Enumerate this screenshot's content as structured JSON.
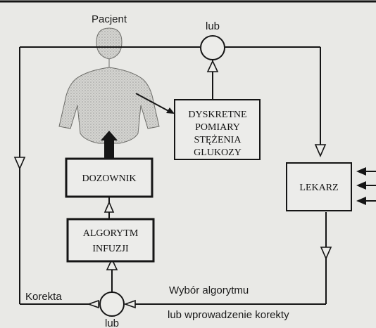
{
  "labels": {
    "patient": "Pacjent",
    "or_top": "lub",
    "or_bottom": "lub",
    "correction": "Korekta",
    "algorithm_choice": "Wybór algorytmu",
    "correction_entry": "lub wprowadzenie korekty"
  },
  "boxes": {
    "measurements": [
      "DYSKRETNE",
      "POMIARY",
      "STĘŻENIA",
      "GLUKOZY"
    ],
    "doser": [
      "DOZOWNIK"
    ],
    "algorithm": [
      "ALGORYTM",
      "INFUZJI"
    ],
    "doctor": [
      "LEKARZ"
    ]
  },
  "colors": {
    "line": "#151515",
    "body_fill": "#cfcfcc",
    "background": "#e9e9e6",
    "box_fill": "#ececea"
  }
}
